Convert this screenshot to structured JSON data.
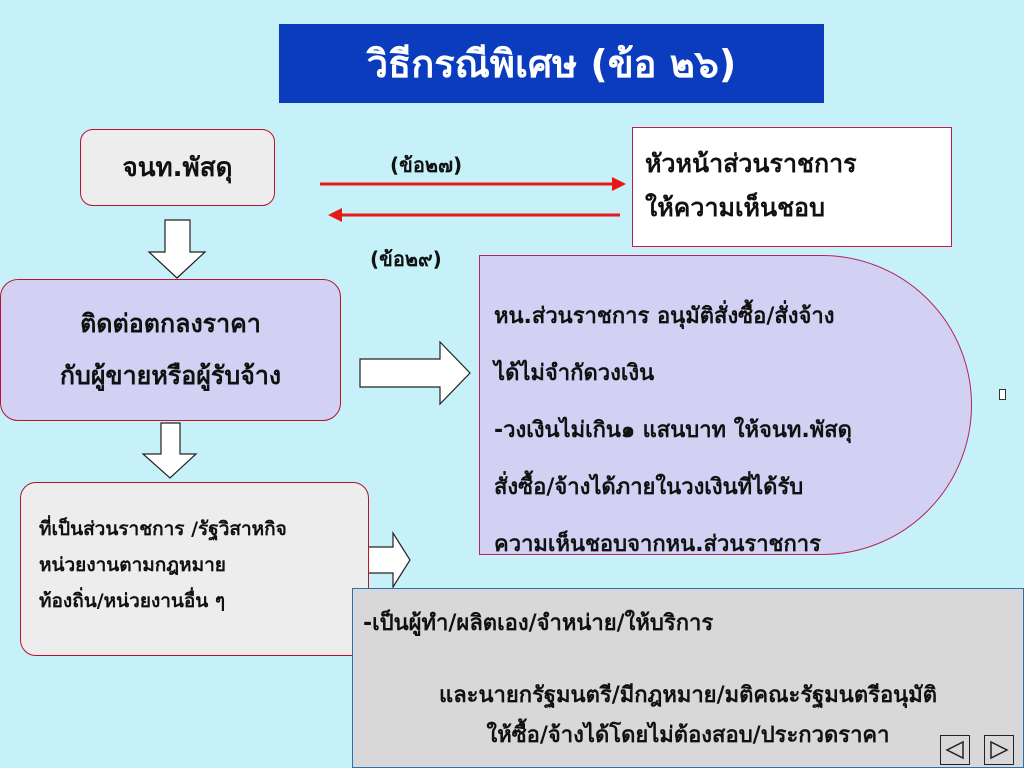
{
  "title": "วิธีกรณีพิเศษ  (ข้อ ๒๖)",
  "officer": "จนท.พัสดุ",
  "head_of_agency": {
    "line1": "หัวหน้าส่วนราชการ",
    "line2": "ให้ความเห็นชอบ"
  },
  "clause_27": "(ข้อ๒๗)",
  "clause_29": "(ข้อ๒๙)",
  "negotiate": {
    "line1": "ติดต่อตกลงราคา",
    "line2": "กับผู้ขายหรือผู้รับจ้าง"
  },
  "approval": {
    "line1": "หน.ส่วนราชการ อนุมัติสั่งซื้อ/สั่งจ้าง",
    "line2": "ได้ไม่จำกัดวงเงิน",
    "line3": "-วงเงินไม่เกิน๑ แสนบาท ให้จนท.พัสดุ",
    "line4": "สั่งซื้อ/จ้างได้ภายในวงเงินที่ได้รับ",
    "line5": "ความเห็นชอบจากหน.ส่วนราชการ"
  },
  "agency_types": {
    "line1": "ที่เป็นส่วนราชการ /รัฐวิสาหกิจ",
    "line2": "หน่วยงานตามกฎหมาย",
    "line3": "ท้องถิ่น/หน่วยงานอื่น ๆ"
  },
  "exempt": {
    "line1": "-เป็นผู้ทำ/ผลิตเอง/จำหน่าย/ให้บริการ",
    "line2": "และนายกรัฐมนตรี/มีกฎหมาย/มติคณะรัฐมนตรีอนุมัติ",
    "line3": "ให้ซื้อ/จ้างได้โดยไม่ต้องสอบ/ประกวดราคา"
  },
  "colors": {
    "background": "#c6f1f8",
    "title_bg": "#0a3cbd",
    "arrow_red": "#e81818",
    "box_border": "#b4142e",
    "lavender": "#d2d1f3"
  },
  "icons": {
    "prev": "triangle-left-icon",
    "next": "triangle-right-icon"
  }
}
